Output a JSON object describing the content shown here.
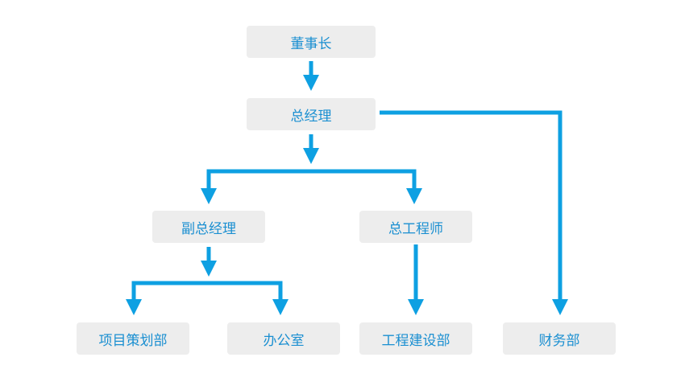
{
  "nodes": {
    "chairman": "董事长",
    "general_manager": "总经理",
    "deputy_gm": "副总经理",
    "chief_engineer": "总工程师",
    "project_planning": "项目策划部",
    "office": "办公室",
    "engineering_construction": "工程建设部",
    "finance": "财务部"
  },
  "colors": {
    "connector": "#0ea0e2",
    "node_bg": "#ededed",
    "node_text": "#1a8fd1"
  }
}
